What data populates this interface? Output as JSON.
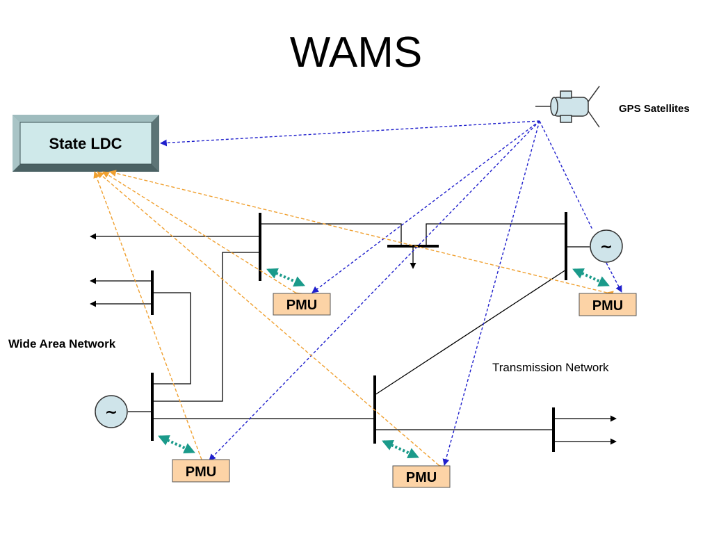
{
  "title": "WAMS",
  "labels": {
    "state_ldc": "State LDC",
    "gps_satellites": "GPS Satellites",
    "wide_area_network": "Wide Area Network",
    "transmission_network": "Transmission Network"
  },
  "pmus": [
    "PMU",
    "PMU",
    "PMU",
    "PMU"
  ],
  "generator_symbol": "~",
  "colors": {
    "ldc_fill": "#cfe9ea",
    "ldc_border": "#4d6b6d",
    "pmu_fill": "#fcd3a6",
    "gps_link": "#1f1fcc",
    "ldc_link": "#f0a030",
    "pmu_bus_link": "#1a9a8a",
    "generator_fill": "#cfe4ea"
  }
}
